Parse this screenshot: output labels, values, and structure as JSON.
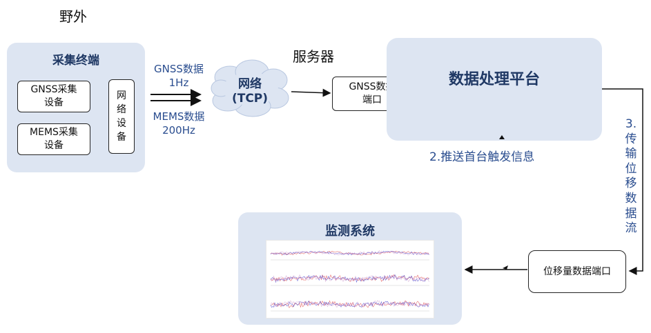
{
  "field": {
    "title": "野外"
  },
  "server": {
    "title": "服务器"
  },
  "collector": {
    "title": "采集终端",
    "gnss_device": "GNSS采集\n设备",
    "mems_device": "MEMS采集\n设备",
    "network_device": "网\n络\n设\n备"
  },
  "links": {
    "gnss_rate": "GNSS数据\n1Hz",
    "mems_rate": "MEMS数据\n200Hz"
  },
  "cloud": {
    "label": "网络\n(TCP)"
  },
  "gnss_port": {
    "label": "GNSS数据\n端口"
  },
  "platform": {
    "title": "数据处理平台"
  },
  "push_label": "2.推送首台触发信息",
  "transfer_label": "3.\n传\n输\n位\n移\n数\n据\n流",
  "displacement_port": {
    "label": "位移量数据端口"
  },
  "monitor": {
    "title": "监测系统"
  },
  "colors": {
    "panel_bg": "#dde5f2",
    "title_blue": "#1f3864",
    "label_blue": "#2a4d8f"
  }
}
